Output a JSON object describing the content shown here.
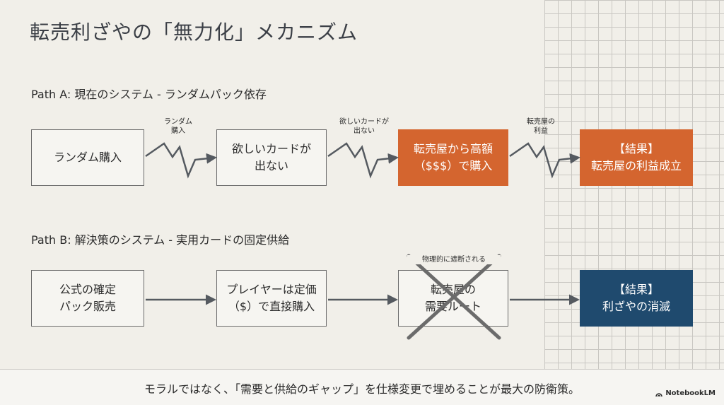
{
  "title": "転売利ざやの「無力化」メカニズム",
  "path_a": {
    "heading": "Path A: 現在のシステム - ランダムパック依存",
    "boxes": [
      "ランダム購入",
      "欲しいカードが\n出ない",
      "転売屋から高額\n（$$$）で購入",
      "【結果】\n転売屋の利益成立"
    ],
    "labels": [
      "ランダム\n購入",
      "欲しいカードが\n出ない",
      "転売屋の\n利益"
    ]
  },
  "path_b": {
    "heading": "Path B: 解決策のシステム - 実用カードの固定供給",
    "boxes": [
      "公式の確定\nパック販売",
      "プレイヤーは定価\n（$）で直接購入",
      "転売屋の\n需要ルート",
      "【結果】\n利ざやの消滅"
    ],
    "cross_label": "物理的に遮断される"
  },
  "footer": "モラルではなく、「需要と供給のギャップ」を仕様変更で埋めることが最大の防衛策。",
  "brand": "NotebookLM",
  "colors": {
    "orange": "#d4652f",
    "navy": "#1f4a6e",
    "arrow": "#555a60",
    "cross": "#6b6b6b"
  }
}
